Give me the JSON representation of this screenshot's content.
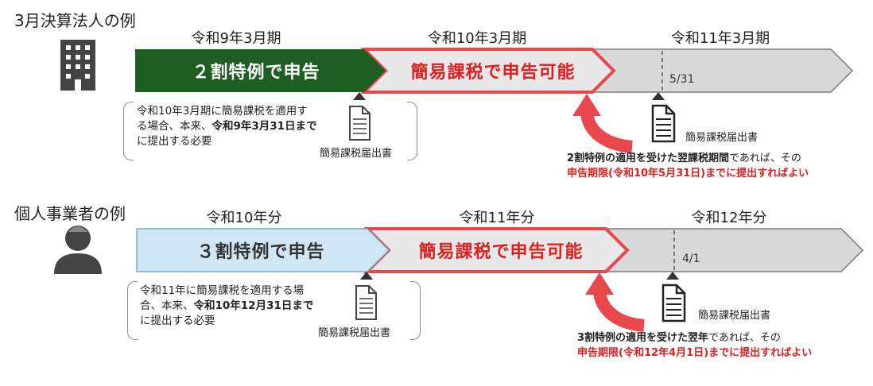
{
  "colors": {
    "green": "#1e5e22",
    "light_blue": "#cfe6f5",
    "light_gray": "#d9d9d9",
    "red_accent": "#e8474b",
    "red_text": "#e02020",
    "icon_dark": "#444444"
  },
  "corporate": {
    "title": "3月決算法人の例",
    "icon": "building-icon",
    "periods": [
      "令和9年3月期",
      "令和10年3月期",
      "令和11年3月期"
    ],
    "segments": [
      {
        "label": "２割特例で申告",
        "style": "green"
      },
      {
        "label": "簡易課税で申告可能",
        "style": "red-outline"
      },
      {
        "label": "",
        "style": "gray"
      }
    ],
    "deadline_label": "5/31",
    "note_lines": [
      {
        "text": "令和10年3月期に簡易課税を適用す",
        "bold_part": ""
      },
      {
        "text": "る場合、本来、",
        "bold_part": "令和9年3月31日まで"
      },
      {
        "text": "に提出する必要",
        "bold_part": ""
      }
    ],
    "note_plain_1": "令和10年3月期に簡易課税を適用す",
    "note_plain_2": "る場合、本来、",
    "note_bold_2": "令和9年3月31日まで",
    "note_plain_3": "に提出する必要",
    "doc_caption_left": "簡易課税届出書",
    "doc_caption_right": "簡易課税届出書",
    "condition_bold": "2割特例の適用を受けた翌課税期間",
    "condition_plain": "であれば、その",
    "condition_red": "申告期限(令和10年5月31日)までに提出すればよい"
  },
  "individual": {
    "title": "個人事業者の例",
    "icon": "person-icon",
    "periods": [
      "令和10年分",
      "令和11年分",
      "令和12年分"
    ],
    "segments": [
      {
        "label": "３割特例で申告",
        "style": "light-blue"
      },
      {
        "label": "簡易課税で申告可能",
        "style": "red-outline"
      },
      {
        "label": "",
        "style": "gray"
      }
    ],
    "deadline_label": "4/1",
    "note_plain_1": "令和11年に簡易課税を適用する場",
    "note_plain_2": "合、本来、",
    "note_bold_2": "令和10年12月31日まで",
    "note_plain_3": "に提出する必要",
    "doc_caption_left": "簡易課税届出書",
    "doc_caption_right": "簡易課税届出書",
    "condition_bold": "3割特例の適用を受けた翌年",
    "condition_plain": "であれば、その",
    "condition_red": "申告期限(令和12年4月1日)までに提出すればよい"
  }
}
